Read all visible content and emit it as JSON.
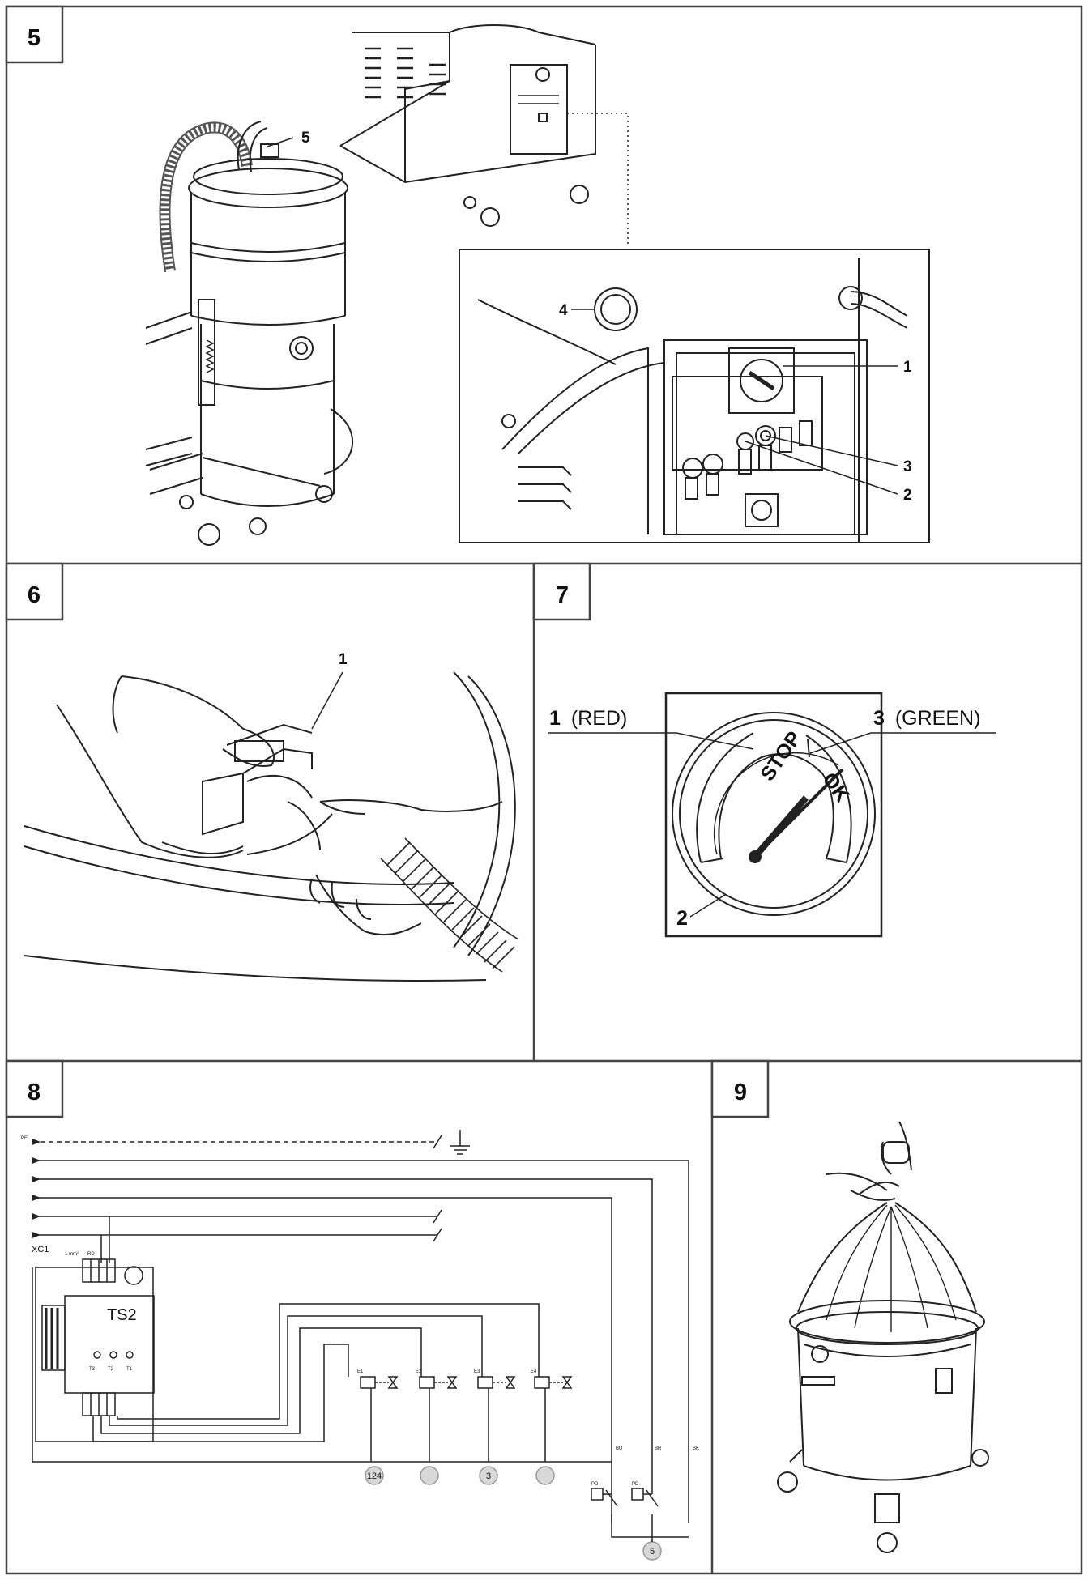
{
  "figures": {
    "fig5": {
      "number": "5",
      "callouts": [
        "5",
        "4",
        "1",
        "3",
        "2"
      ]
    },
    "fig6": {
      "number": "6",
      "callouts": [
        "1"
      ]
    },
    "fig7": {
      "number": "7",
      "gauge": {
        "label_1_num": "1",
        "label_1_text": "(RED)",
        "label_3_num": "3",
        "label_3_text": "(GREEN)",
        "label_2_num": "2",
        "stop_text": "STOP",
        "ok_text": "OK"
      }
    },
    "fig8": {
      "number": "8",
      "terminal_block": "XC1",
      "wire_spec": "1 mm²",
      "wire_color_code": "RD",
      "module": "TS2",
      "module_probes": [
        "T3",
        "T2",
        "T1"
      ],
      "valves": [
        "E1",
        "E2",
        "E3",
        "E4"
      ],
      "wire_colors": [
        "BU",
        "BR",
        "BK"
      ],
      "pressure_switches": [
        "PD",
        "PD"
      ],
      "ground_label": "PE",
      "bottom_callouts": [
        "124",
        "",
        "3",
        "",
        "5"
      ]
    },
    "fig9": {
      "number": "9"
    }
  },
  "colors": {
    "ink": "#111111",
    "frame": "#444444",
    "callout_fill": "#d8d8d8"
  }
}
